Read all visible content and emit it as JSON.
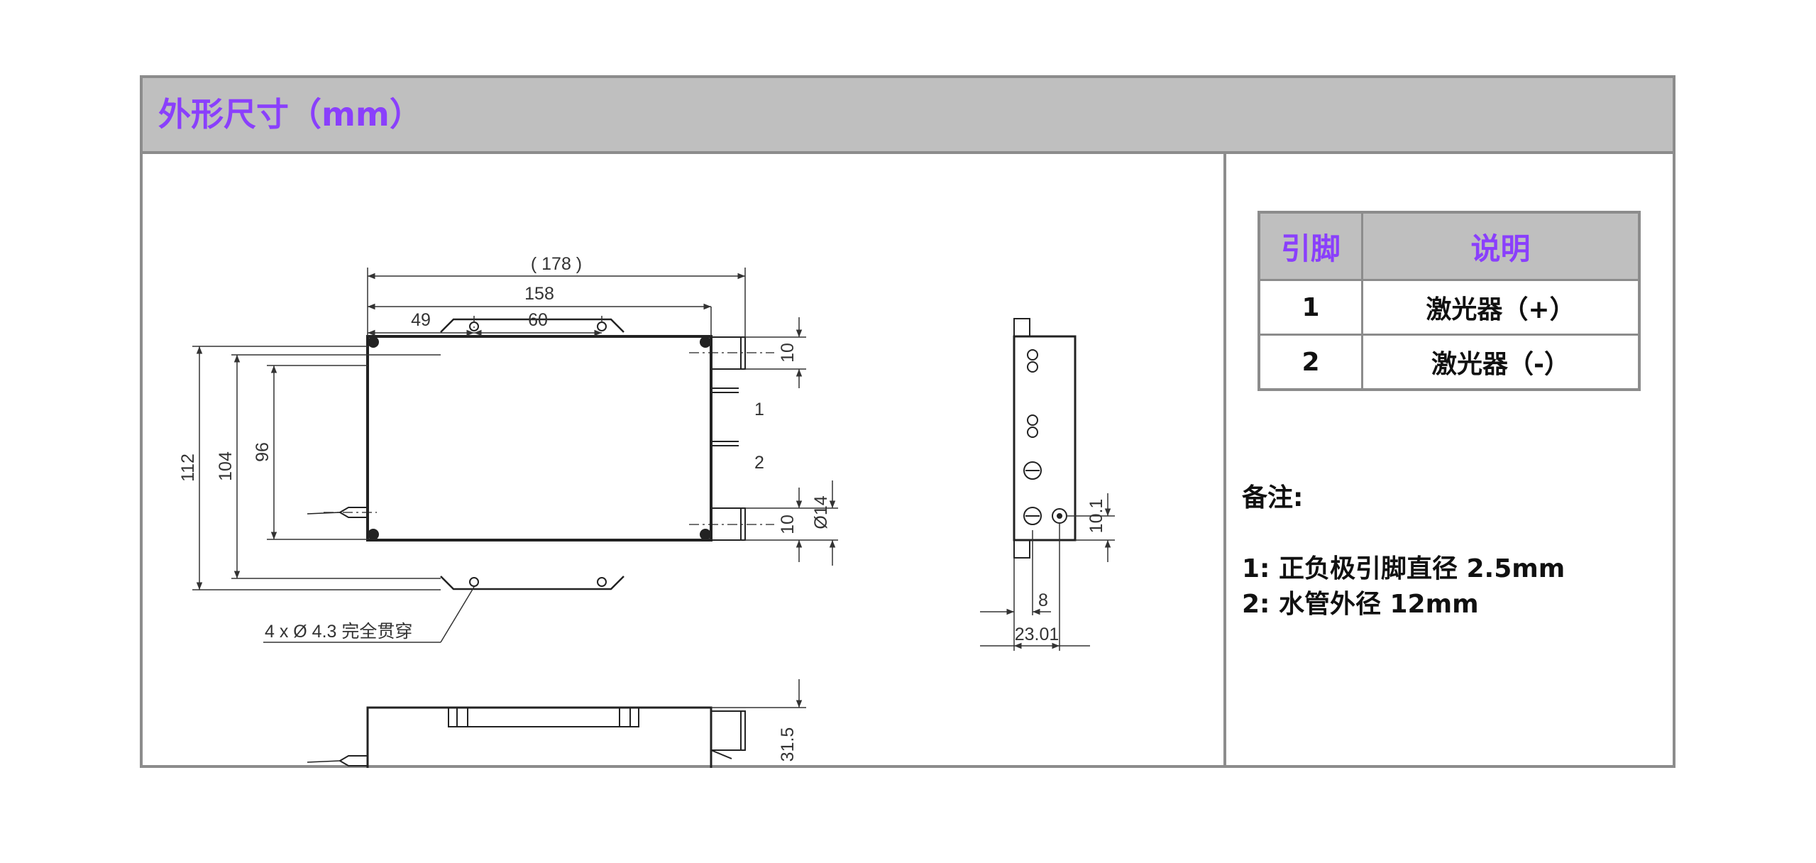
{
  "header": {
    "title": "外形尺寸（mm）"
  },
  "drawing": {
    "top_view": {
      "dim_overall": "( 178 )",
      "dim_body_length": "158",
      "dim_hole_offset": "49",
      "dim_hole_spacing": "60",
      "dim_height_112": "112",
      "dim_height_104": "104",
      "dim_height_96": "96",
      "dim_port_top": "10",
      "dim_port_bottom": "10",
      "dim_port_dia": "Ø14",
      "pin_label_1": "1",
      "pin_label_2": "2",
      "hole_note": "4 x Ø 4.3 完全贯穿"
    },
    "side_view": {
      "dim_thickness": "31.5"
    },
    "end_view": {
      "dim_10_1": "10.1",
      "dim_8": "8",
      "dim_23_01": "23.01"
    }
  },
  "pin_table": {
    "headers": [
      "引脚",
      "说明"
    ],
    "rows": [
      {
        "pin": "1",
        "desc": "激光器（+）"
      },
      {
        "pin": "2",
        "desc": "激光器（-）"
      }
    ]
  },
  "notes": {
    "title": "备注:",
    "lines": [
      "1:  正负极引脚直径 2.5mm",
      "2:  水管外径 12mm"
    ]
  },
  "colors": {
    "accent": "#8a3ffc",
    "header_bg": "#bfbfbf",
    "border": "#8c8c8c"
  }
}
